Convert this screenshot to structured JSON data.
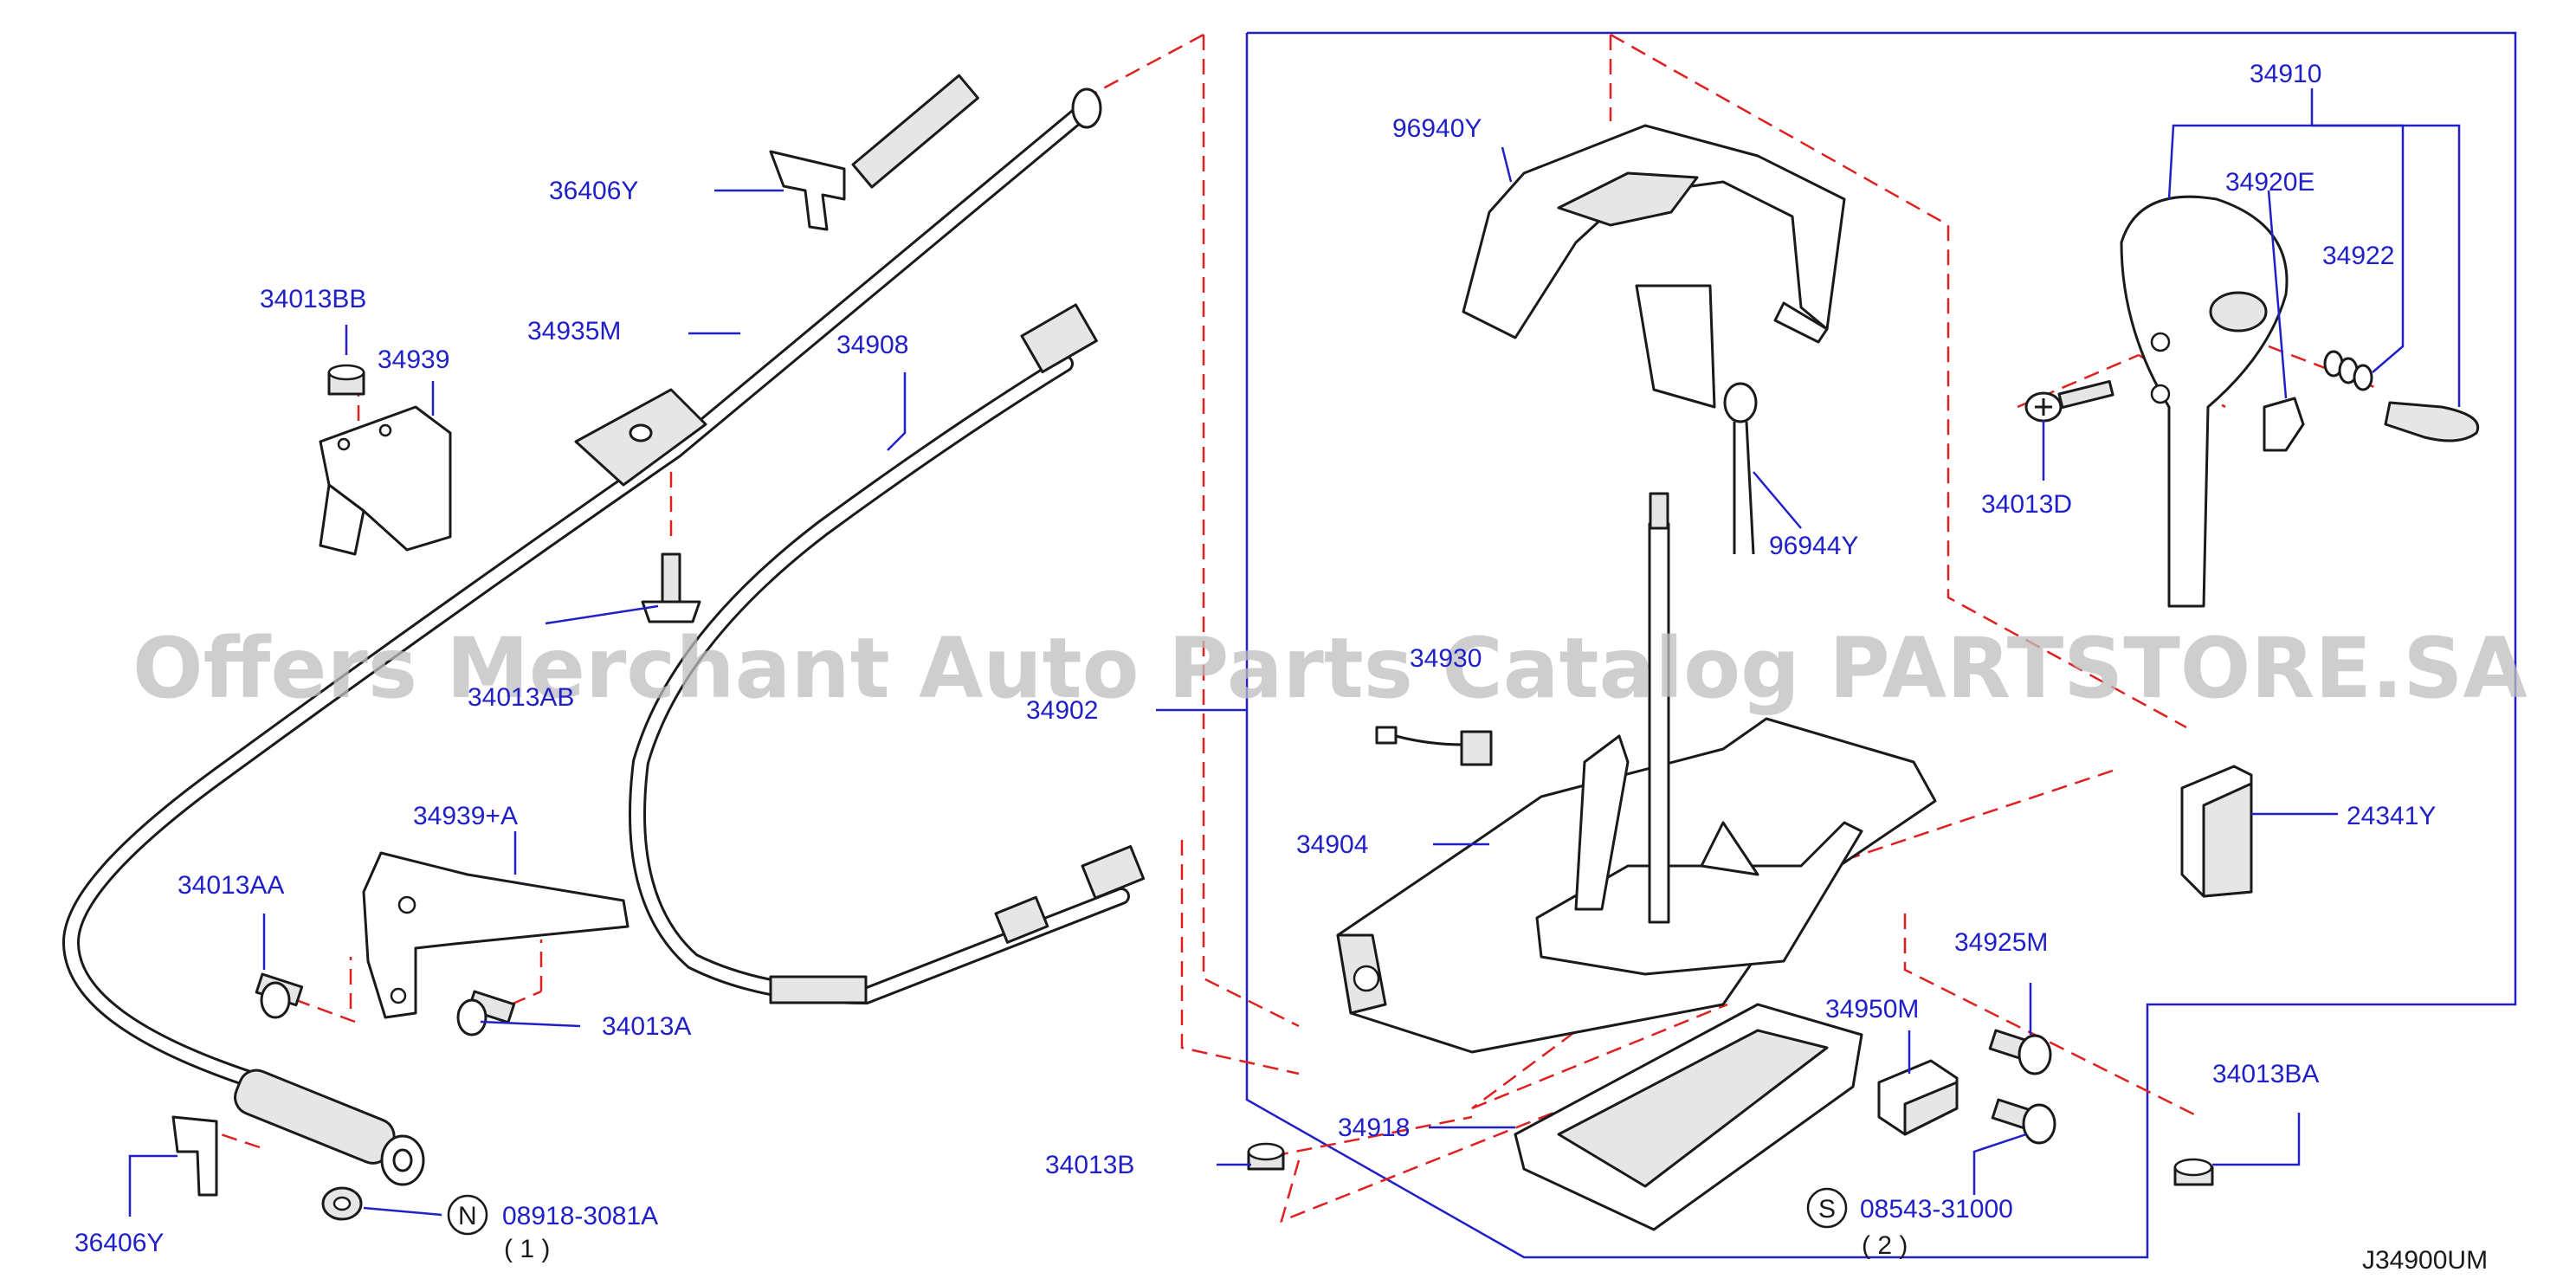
{
  "watermark": "Offers Merchant Auto Parts Catalog PARTSTORE.SA",
  "diagram_code": "J34900UM",
  "colors": {
    "label": "#2020c8",
    "dashed_guide": "#e02020",
    "outline": "#1a1a1a",
    "watermark": "#bdbdbd"
  },
  "parts": {
    "p36406Y_top": "36406Y",
    "p34013BB": "34013BB",
    "p34939": "34939",
    "p34935M": "34935M",
    "p34908": "34908",
    "p34013AB": "34013AB",
    "p34939A": "34939+A",
    "p34013AA": "34013AA",
    "p34013A": "34013A",
    "p36406Y_bottom": "36406Y",
    "p08918": "08918-3081A",
    "p34902": "34902",
    "p96940Y": "96940Y",
    "p96944Y": "96944Y",
    "p34930": "34930",
    "p34904": "34904",
    "p34918": "34918",
    "p34013B": "34013B",
    "p34950M": "34950M",
    "p34925M": "34925M",
    "p08543": "08543-31000",
    "p34013BA": "34013BA",
    "p24341Y": "24341Y",
    "p34910": "34910",
    "p34920E": "34920E",
    "p34922": "34922",
    "p34013D": "34013D"
  },
  "symbols": {
    "nut_symbol": "N",
    "nut_qty": "( 1 )",
    "screw_symbol": "S",
    "screw_qty": "( 2 )"
  }
}
